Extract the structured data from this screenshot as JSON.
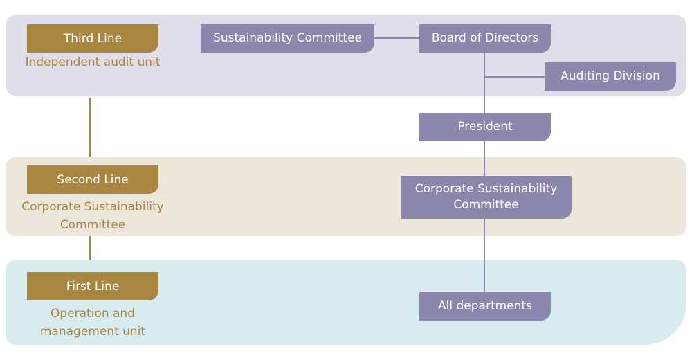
{
  "lines": {
    "third": {
      "title": "Third Line",
      "desc": "Independent audit unit"
    },
    "second": {
      "title": "Second Line",
      "desc_1": "Corporate Sustainability",
      "desc_2": "Committee"
    },
    "first": {
      "title": "First Line",
      "desc_1": "Operation and",
      "desc_2": "management unit"
    }
  },
  "nodes": {
    "sustainability_committee": "Sustainability Committee",
    "board_of_directors": "Board of Directors",
    "auditing_division": "Auditing Division",
    "president": "President",
    "corporate_sustainability_1": "Corporate Sustainability",
    "corporate_sustainability_2": "Committee",
    "all_departments": "All departments"
  },
  "colors": {
    "gold": "#a8863f",
    "node_purple": "#8c87ad",
    "band_third": "#e0dee8",
    "band_second": "#ede6da",
    "band_first": "#d8ebee"
  }
}
